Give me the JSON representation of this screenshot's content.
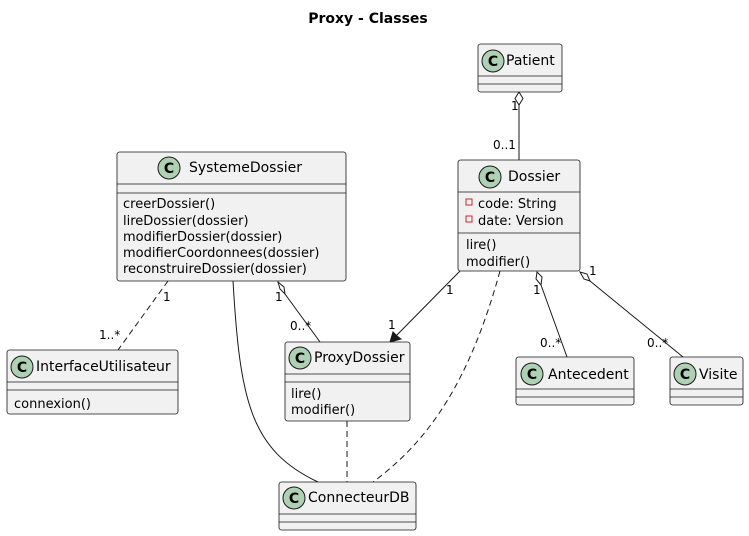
{
  "title": "Proxy - Classes",
  "colors": {
    "class_fill": "#F1F1F1",
    "class_border": "#181818",
    "circle_fill": "#ADD1B2",
    "line": "#181818",
    "private_marker": "#C82930"
  },
  "classes": {
    "patient": {
      "name": "Patient",
      "attributes": [],
      "methods": []
    },
    "dossier": {
      "name": "Dossier",
      "attributes": [
        "code: String",
        "date: Version"
      ],
      "methods": [
        "lire()",
        "modifier()"
      ]
    },
    "systeme": {
      "name": "SystemeDossier",
      "attributes": [],
      "methods": [
        "creerDossier()",
        "lireDossier(dossier)",
        "modifierDossier(dossier)",
        "modifierCoordonnees(dossier)",
        "reconstruireDossier(dossier)"
      ]
    },
    "interface": {
      "name": "InterfaceUtilisateur",
      "attributes": [],
      "methods": [
        "connexion()"
      ]
    },
    "proxy": {
      "name": "ProxyDossier",
      "attributes": [],
      "methods": [
        "lire()",
        "modifier()"
      ]
    },
    "antecedent": {
      "name": "Antecedent",
      "attributes": [],
      "methods": []
    },
    "visite": {
      "name": "Visite",
      "attributes": [],
      "methods": []
    },
    "connecteur": {
      "name": "ConnecteurDB",
      "attributes": [],
      "methods": []
    }
  },
  "multiplicities": {
    "patient_dossier_src": "1",
    "patient_dossier_dst": "0..1",
    "systeme_interface_src": "1",
    "systeme_interface_dst": "1..*",
    "systeme_proxy_src": "1",
    "systeme_proxy_dst": "0..*",
    "dossier_proxy_src": "1",
    "dossier_proxy_dst": "1",
    "dossier_antecedent_src": "1",
    "dossier_antecedent_dst": "0..*",
    "dossier_visite_src": "1",
    "dossier_visite_dst": "0..*"
  }
}
